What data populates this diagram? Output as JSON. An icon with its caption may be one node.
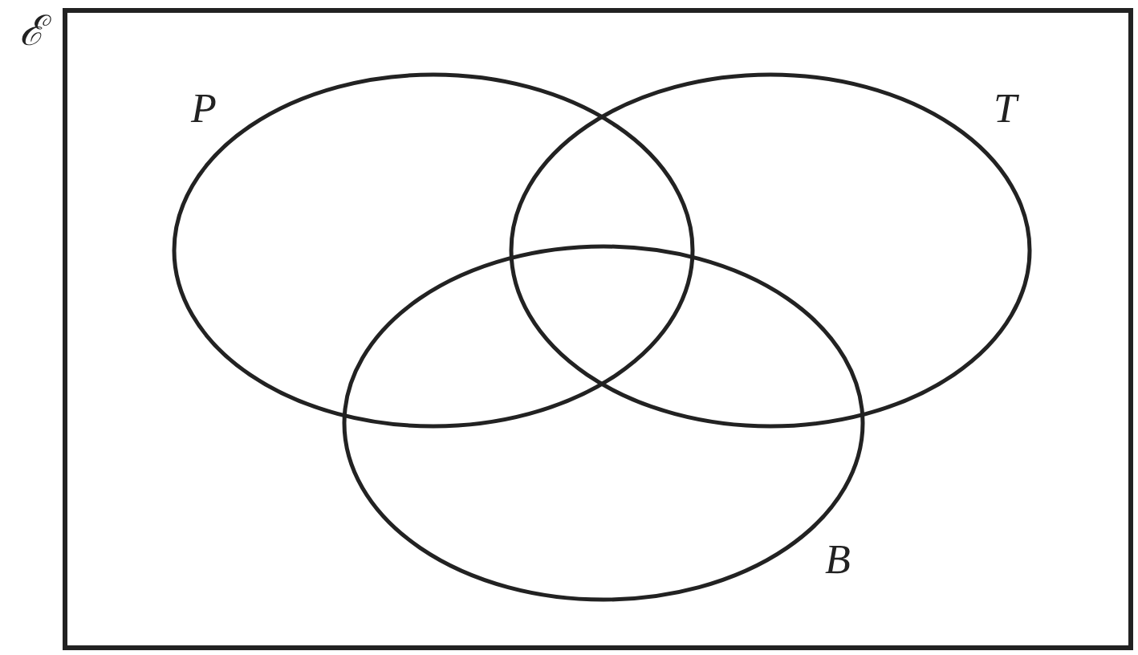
{
  "diagram": {
    "nodes": [
      {
        "text": [
          "ℰ"
        ]
      },
      {
        "text": [
          "P"
        ],
        "in": 0
      },
      {
        "text": [
          "T"
        ],
        "in": 0
      },
      {
        "text": [
          "B"
        ],
        "in": 0
      }
    ]
  }
}
